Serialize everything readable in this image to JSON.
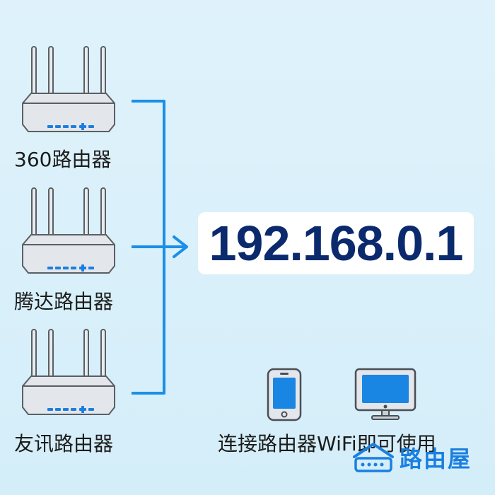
{
  "routers": [
    {
      "label": "360路由器",
      "icon": "router-icon"
    },
    {
      "label": "腾达路由器",
      "icon": "router-icon"
    },
    {
      "label": "友讯路由器",
      "icon": "router-icon"
    }
  ],
  "ip_address": "192.168.0.1",
  "footer": {
    "text": "连接路由器WiFi即可使用"
  },
  "devices": [
    {
      "icon": "phone-icon"
    },
    {
      "icon": "monitor-icon"
    }
  ],
  "brand": {
    "text": "路由屋",
    "icon": "router-house-icon",
    "color": "#1a7fe0"
  },
  "colors": {
    "connector": "#1a8fe8",
    "ip_text": "#0b2a6e",
    "background": "#d8f0fa"
  }
}
